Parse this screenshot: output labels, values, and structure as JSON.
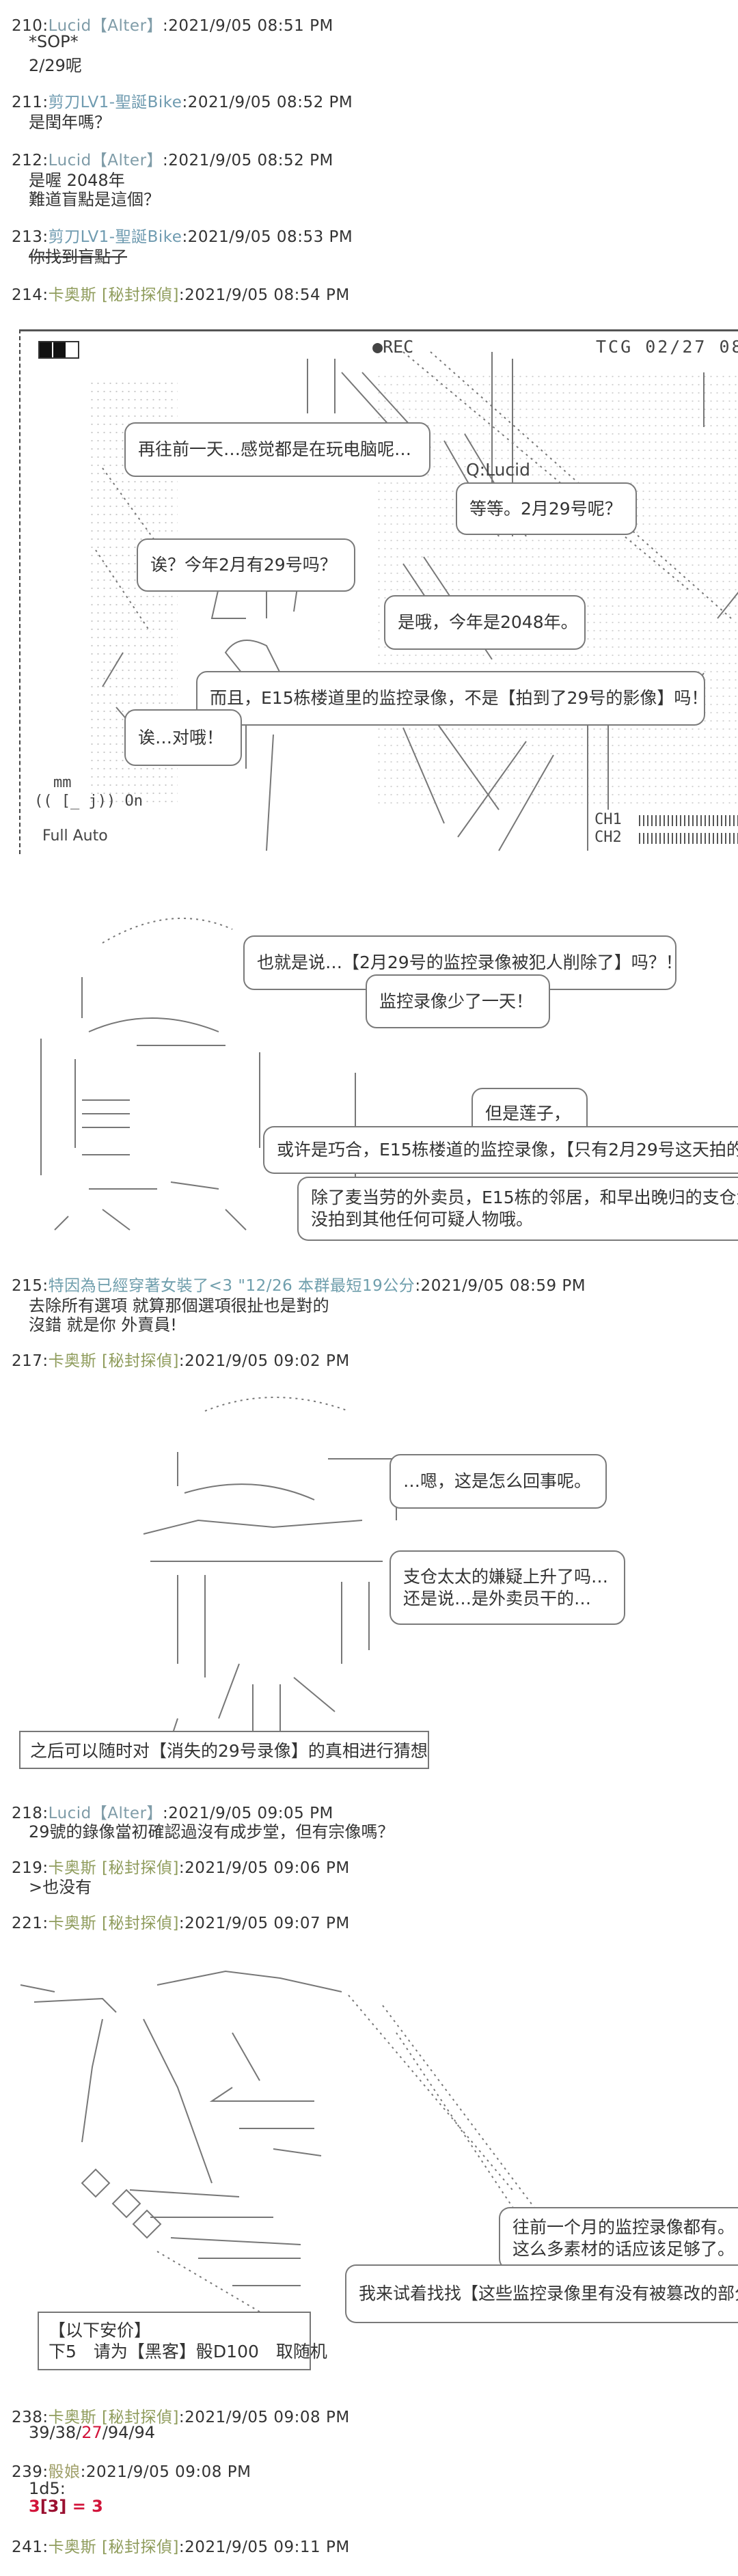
{
  "posts": {
    "p210": {
      "num": "210:",
      "name": "Lucid【Alter】",
      "time": ":2021/9/05 08:51 PM",
      "lines": [
        "*SOP*",
        "2/29呢"
      ]
    },
    "p211": {
      "num": "211:",
      "name": "剪刀LV1-聖誕Bike",
      "time": ":2021/9/05 08:52 PM",
      "lines": [
        "是閏年嗎？"
      ]
    },
    "p212": {
      "num": "212:",
      "name": "Lucid【Alter】",
      "time": ":2021/9/05 08:52 PM",
      "lines": [
        "是喔 2048年",
        "難道盲點是這個？"
      ]
    },
    "p213": {
      "num": "213:",
      "name": "剪刀LV1-聖誕Bike",
      "time": ":2021/9/05 08:53 PM",
      "lines": [
        "你找到盲點了"
      ]
    },
    "p214": {
      "num": "214:",
      "name": "卡奥斯 [秘封探偵]",
      "time": ":2021/9/05 08:54 PM"
    },
    "p215": {
      "num": "215:",
      "name": "特因為已經穿著女裝了<3 \"12/26 本群最短19公分",
      "time": ":2021/9/05 08:59 PM",
      "lines": [
        "去除所有選項 就算那個選項很扯也是對的",
        "沒錯 就是你 外賣員!"
      ]
    },
    "p217": {
      "num": "217:",
      "name": "卡奥斯 [秘封探偵]",
      "time": ":2021/9/05 09:02 PM"
    },
    "p218": {
      "num": "218:",
      "name": "Lucid【Alter】",
      "time": ":2021/9/05 09:05 PM",
      "lines": [
        "29號的錄像當初確認過沒有成步堂，但有宗像嗎？"
      ]
    },
    "p219": {
      "num": "219:",
      "name": "卡奥斯 [秘封探偵]",
      "time": ":2021/9/05 09:06 PM",
      "lines": [
        ">也没有"
      ]
    },
    "p221": {
      "num": "221:",
      "name": "卡奥斯 [秘封探偵]",
      "time": ":2021/9/05 09:07 PM"
    },
    "p238": {
      "num": "238:",
      "name": "卡奥斯 [秘封探偵]",
      "time": ":2021/9/05 09:08 PM",
      "rolls": {
        "before": "39/38/",
        "highlight": "27",
        "after": "/94/94"
      }
    },
    "p239": {
      "num": "239:",
      "name": "骰娘",
      "time": ":2021/9/05 09:08 PM",
      "dice": "1d5:",
      "result_a": "3",
      "result_b": "[3]",
      "result_c": " = 3"
    },
    "p241": {
      "num": "241:",
      "name": "卡奥斯 [秘封探偵]",
      "time": ":2021/9/05 09:11 PM"
    }
  },
  "panel1": {
    "rec": "REC",
    "timestamp": "TCG 02/27 08",
    "speaker": "Q:Lucid",
    "cam_mm": "mm",
    "cam_on": "(( [_ j)) On",
    "full_auto": "Full Auto",
    "ch1": "CH1",
    "ch2": "CH2",
    "bubbles": [
      "再往前一天…感觉都是在玩电脑呢…",
      "等等。2月29号呢？",
      "诶？今年2月有29号吗？",
      "是哦，今年是2048年。",
      "而且，E15栋楼道里的监控录像，不是【拍到了29号的影像】吗！",
      "诶…对哦！"
    ]
  },
  "panel2": {
    "bubbles": [
      "也就是说…【2月29号的监控录像被犯人削除了】吗？！",
      "监控录像少了一天！",
      "但是莲子，",
      "或许是巧合，E15栋楼道的监控录像，【只有2月29号这天拍的",
      "除了麦当劳的外卖员，E15栋的邻居，和早出晚归的支仓太",
      "没拍到其他任何可疑人物哦。"
    ]
  },
  "panel3": {
    "bubbles": [
      "…嗯，这是怎么回事呢。",
      "支仓太太的嫌疑上升了吗…",
      "还是说…是外卖员干的…"
    ],
    "note": "之后可以随时对【消失的29号录像】的真相进行猜想"
  },
  "panel4": {
    "bubbles": [
      "往前一个月的监控录像都有。",
      "这么多素材的话应该足够了。",
      "我来试着找找【这些监控录像里有没有被篡改的部分"
    ],
    "note_lines": [
      "【以下安价】",
      "下5　请为【黑客】骰D100　取随机"
    ]
  },
  "colors": {
    "text": "#333333",
    "name_lucid": "#7f9ca8",
    "name_chaos": "#8f9c5c",
    "dice_red": "#d2143a"
  }
}
